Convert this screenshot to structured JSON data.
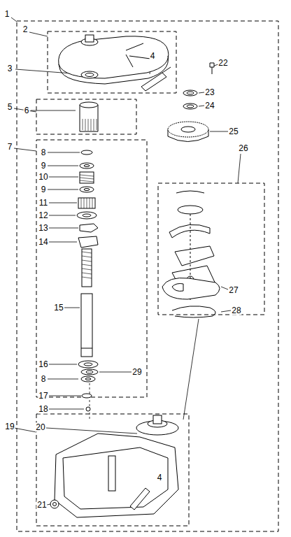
{
  "diagram": {
    "labels": [
      "1",
      "2",
      "22",
      "4",
      "3",
      "5",
      "6",
      "7",
      "8",
      "9",
      "10",
      "9",
      "11",
      "12",
      "13",
      "14",
      "15",
      "16",
      "29",
      "8",
      "17",
      "18",
      "19",
      "20",
      "21",
      "4",
      "23",
      "24",
      "25",
      "26",
      "27",
      "28"
    ]
  }
}
